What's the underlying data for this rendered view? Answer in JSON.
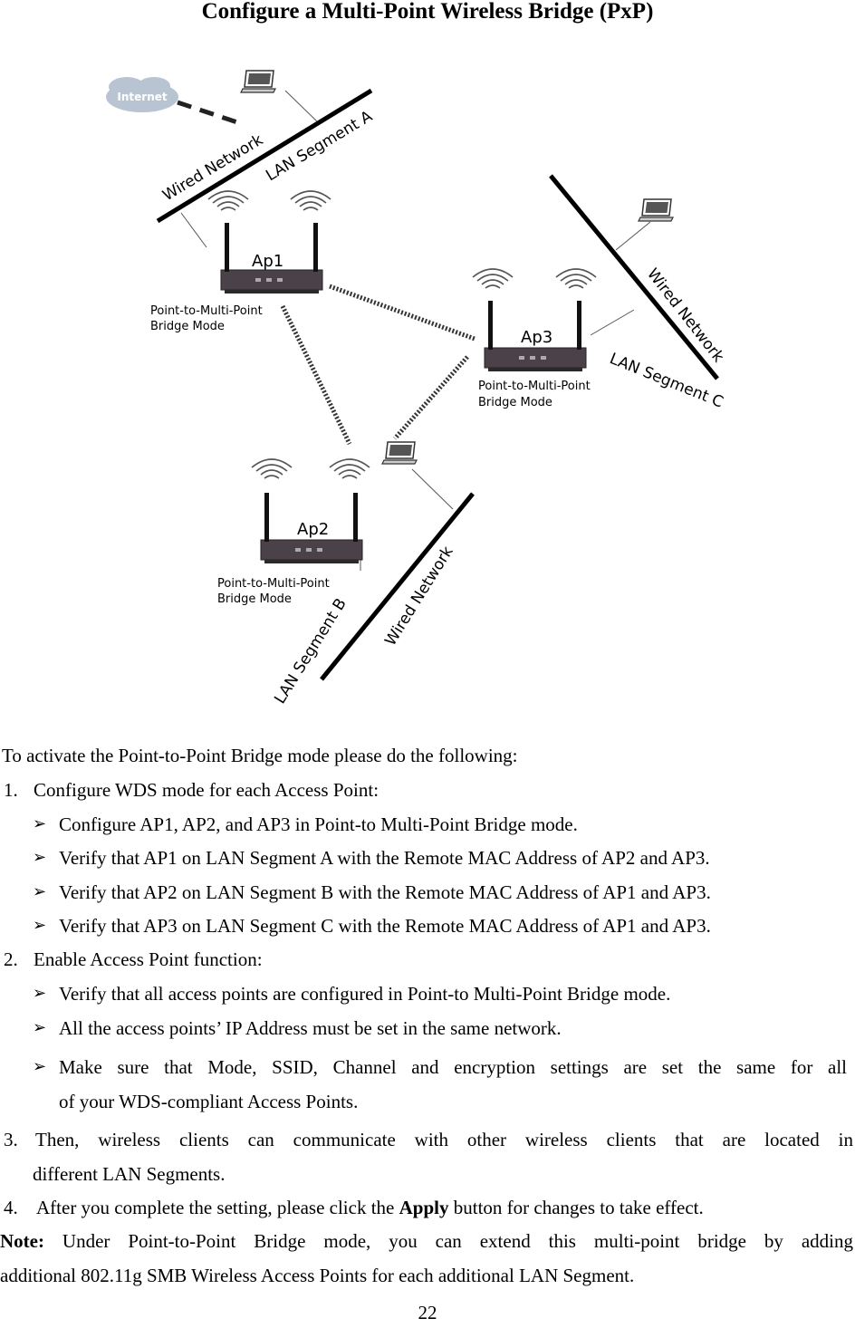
{
  "title": "Configure a Multi-Point Wireless Bridge (PxP)",
  "diagram": {
    "internet": "Internet",
    "wired_network": "Wired Network",
    "lan_a": "LAN Segment A",
    "lan_b": "LAN Segment B",
    "lan_c": "LAN Segment C",
    "ap1": "Ap1",
    "ap2": "Ap2",
    "ap3": "Ap3",
    "mode_line1": "Point-to-Multi-Point",
    "mode_line2": "Bridge Mode"
  },
  "intro": "To activate the Point-to-Point Bridge mode please do the following:",
  "steps": [
    {
      "num": "1.",
      "text": "Configure WDS mode for each Access Point:",
      "bullets": [
        "Configure AP1, AP2, and AP3 in Point-to Multi-Point Bridge mode.",
        "Verify that AP1 on LAN Segment A with the Remote MAC Address of AP2 and AP3.",
        "Verify that AP2 on LAN Segment B with the Remote MAC Address of AP1 and AP3.",
        "Verify that AP3 on LAN Segment C with the Remote MAC Address of AP1 and AP3."
      ]
    },
    {
      "num": "2.",
      "text": "Enable Access Point function:",
      "bullets": [
        "Verify that all access points are configured in Point-to Multi-Point Bridge mode.",
        "All the access points’ IP Address must be set in the same network.",
        "Make sure that Mode, SSID, Channel and encryption settings are set the same for all",
        "of your WDS-compliant Access Points."
      ]
    },
    {
      "num": "3.",
      "text": "Then, wireless clients can communicate with other wireless clients that are located in",
      "text2": "different LAN Segments."
    },
    {
      "num": "4.",
      "text_before": "After you complete the setting, please click the",
      "bold": "Apply",
      "text_after": "button for changes to take effect."
    }
  ],
  "note": {
    "label": "Note:",
    "text": "Under Point-to-Point Bridge mode, you can extend this multi-point bridge by adding",
    "text2": "additional 802.11g SMB Wireless Access Points for each additional LAN Segment."
  },
  "bullet_glyph": "➢",
  "page_number": "22"
}
